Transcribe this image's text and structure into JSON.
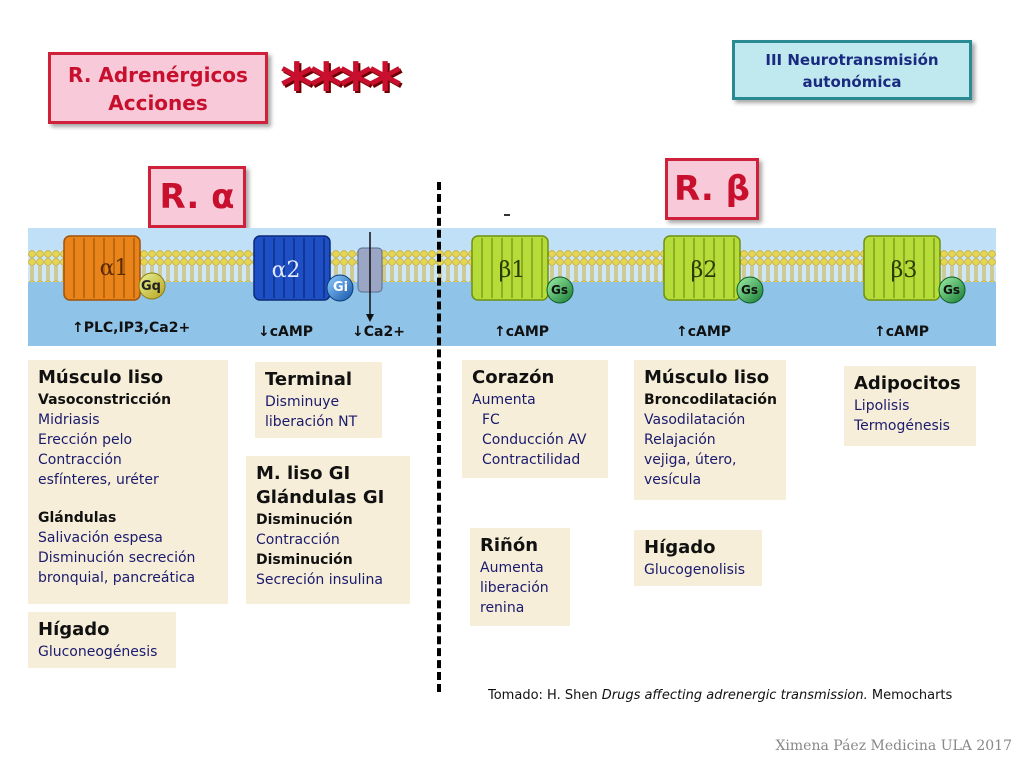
{
  "header": {
    "title_line1": "R. Adrenérgicos",
    "title_line2": "Acciones",
    "stars": "****",
    "topic_line1": "III Neurotransmisión",
    "topic_line2": "autonómica"
  },
  "alpha_label": "R. α",
  "beta_label": "R. β",
  "receptors": {
    "a1": {
      "name": "α1",
      "protein": "Gq",
      "effect": "↑PLC,IP3,Ca2+"
    },
    "a2": {
      "name": "α2",
      "protein": "Gi",
      "effect": "↓cAMP",
      "effect2": "↓Ca2+"
    },
    "b1": {
      "name": "β1",
      "protein": "Gs",
      "effect": "↑cAMP"
    },
    "b2": {
      "name": "β2",
      "protein": "Gs",
      "effect": "↑cAMP"
    },
    "b3": {
      "name": "β3",
      "protein": "Gs",
      "effect": "↑cAMP"
    }
  },
  "cards": {
    "musculo_alpha": {
      "title": "Músculo liso",
      "l1": "Vasoconstricción",
      "l2": "Midriasis",
      "l3": "Erección pelo",
      "l4": "Contracción",
      "l5": "esfínteres, uréter",
      "l6": "Glándulas",
      "l7": "Salivación espesa",
      "l8": "Disminución secreción",
      "l9": "bronquial, pancreática"
    },
    "higado_alpha": {
      "title": "Hígado",
      "l1": "Gluconeogénesis"
    },
    "terminal": {
      "title": "Terminal",
      "l1": "Disminuye",
      "l2": "liberación NT"
    },
    "gi": {
      "title1": "M. liso GI",
      "title2": "Glándulas GI",
      "l1": "Disminución",
      "l2": "Contracción",
      "l3": "Disminución",
      "l4": "Secreción insulina"
    },
    "corazon": {
      "title": "Corazón",
      "l1": "Aumenta",
      "l2": "FC",
      "l3": "Conducción AV",
      "l4": "Contractilidad"
    },
    "rinon": {
      "title": "Riñón",
      "l1": "Aumenta",
      "l2": "liberación",
      "l3": "renina"
    },
    "musculo_beta": {
      "title": "Músculo liso",
      "l1": "Broncodilatación",
      "l2": "Vasodilatación",
      "l3": "Relajación",
      "l4": "vejiga, útero,",
      "l5": "vesícula"
    },
    "higado_beta": {
      "title": "Hígado",
      "l1": "Glucogenolisis"
    },
    "adipocitos": {
      "title": "Adipocitos",
      "l1": "Lipolisis",
      "l2": "Termogénesis"
    }
  },
  "credit": {
    "prefix": "Tomado: H. Shen ",
    "book": "Drugs affecting adrenergic transmission.",
    "suffix": " Memocharts"
  },
  "signature": "Ximena Páez Medicina ULA 2017",
  "colors": {
    "accent_red": "#c8102e",
    "pink_box": "#f8c9d8",
    "teal_box": "#bfe9ee",
    "card_bg": "#f6eed8",
    "membrane_blue": "#8fc3e8",
    "alpha1": "#e8841a",
    "alpha2": "#1f4fc4",
    "beta": "#b6dc3a",
    "gprotein_blue": "#1f78d1",
    "gprotein_green": "#2aa84a"
  }
}
